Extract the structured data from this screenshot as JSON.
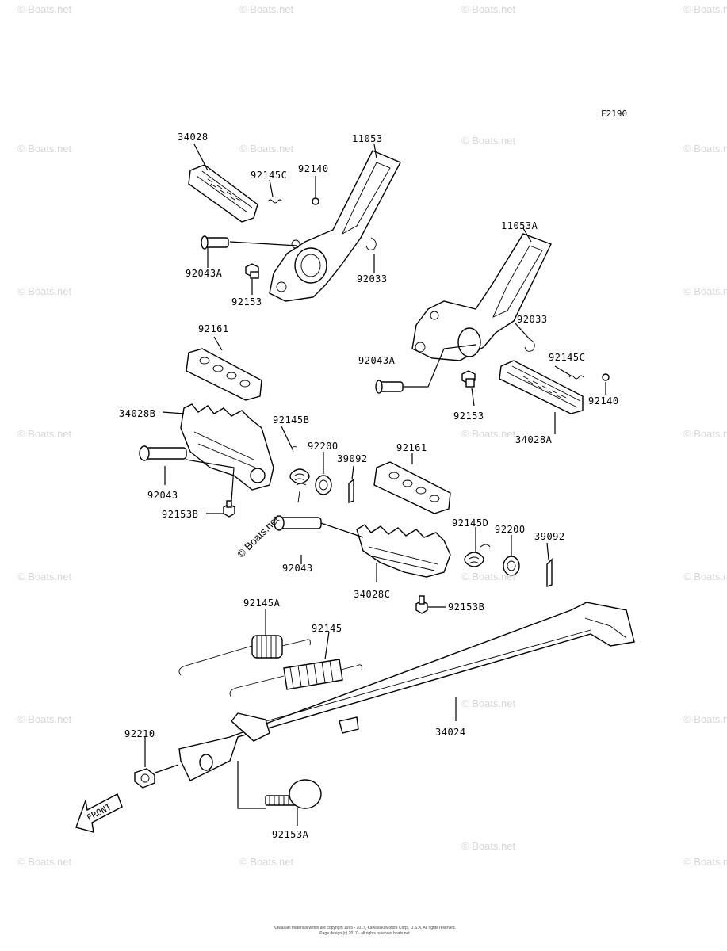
{
  "figure_ref": "F2190",
  "part_labels": [
    {
      "id": "p34028",
      "text": "34028"
    },
    {
      "id": "p11053",
      "text": "11053"
    },
    {
      "id": "p92145c_top",
      "text": "92145C"
    },
    {
      "id": "p92140_top",
      "text": "92140"
    },
    {
      "id": "p92043a_top",
      "text": "92043A"
    },
    {
      "id": "p92033_top",
      "text": "92033"
    },
    {
      "id": "p92153_top",
      "text": "92153"
    },
    {
      "id": "p11053a",
      "text": "11053A"
    },
    {
      "id": "p92033_right",
      "text": "92033"
    },
    {
      "id": "p92145c_right",
      "text": "92145C"
    },
    {
      "id": "p92043a_right",
      "text": "92043A"
    },
    {
      "id": "p92140_right",
      "text": "92140"
    },
    {
      "id": "p92153_right",
      "text": "92153"
    },
    {
      "id": "p34028a",
      "text": "34028A"
    },
    {
      "id": "p92161_left",
      "text": "92161"
    },
    {
      "id": "p34028b",
      "text": "34028B"
    },
    {
      "id": "p92145b",
      "text": "92145B"
    },
    {
      "id": "p92200_left",
      "text": "92200"
    },
    {
      "id": "p39092_left",
      "text": "39092"
    },
    {
      "id": "p92161_mid",
      "text": "92161"
    },
    {
      "id": "p92043_left",
      "text": "92043"
    },
    {
      "id": "p92153b_left",
      "text": "92153B"
    },
    {
      "id": "p92145d",
      "text": "92145D"
    },
    {
      "id": "p92200_right",
      "text": "92200"
    },
    {
      "id": "p39092_right",
      "text": "39092"
    },
    {
      "id": "p92043_mid",
      "text": "92043"
    },
    {
      "id": "p34028c",
      "text": "34028C"
    },
    {
      "id": "p92153b_mid",
      "text": "92153B"
    },
    {
      "id": "p92145a",
      "text": "92145A"
    },
    {
      "id": "p92145",
      "text": "92145"
    },
    {
      "id": "p34024",
      "text": "34024"
    },
    {
      "id": "p92210",
      "text": "92210"
    },
    {
      "id": "p92153a",
      "text": "92153A"
    }
  ],
  "front_arrow_text": "FRONT",
  "stamp_text": "© Boats.net",
  "watermark_text": "© Boats.net",
  "footer": {
    "line1": "Kawasaki materials within are copyright 1995 - 2017, Kawasaki Motors Corp., U.S.A. All rights reserved.",
    "line2": "Page design (c) 2017 - all rights reserved boats.net"
  }
}
